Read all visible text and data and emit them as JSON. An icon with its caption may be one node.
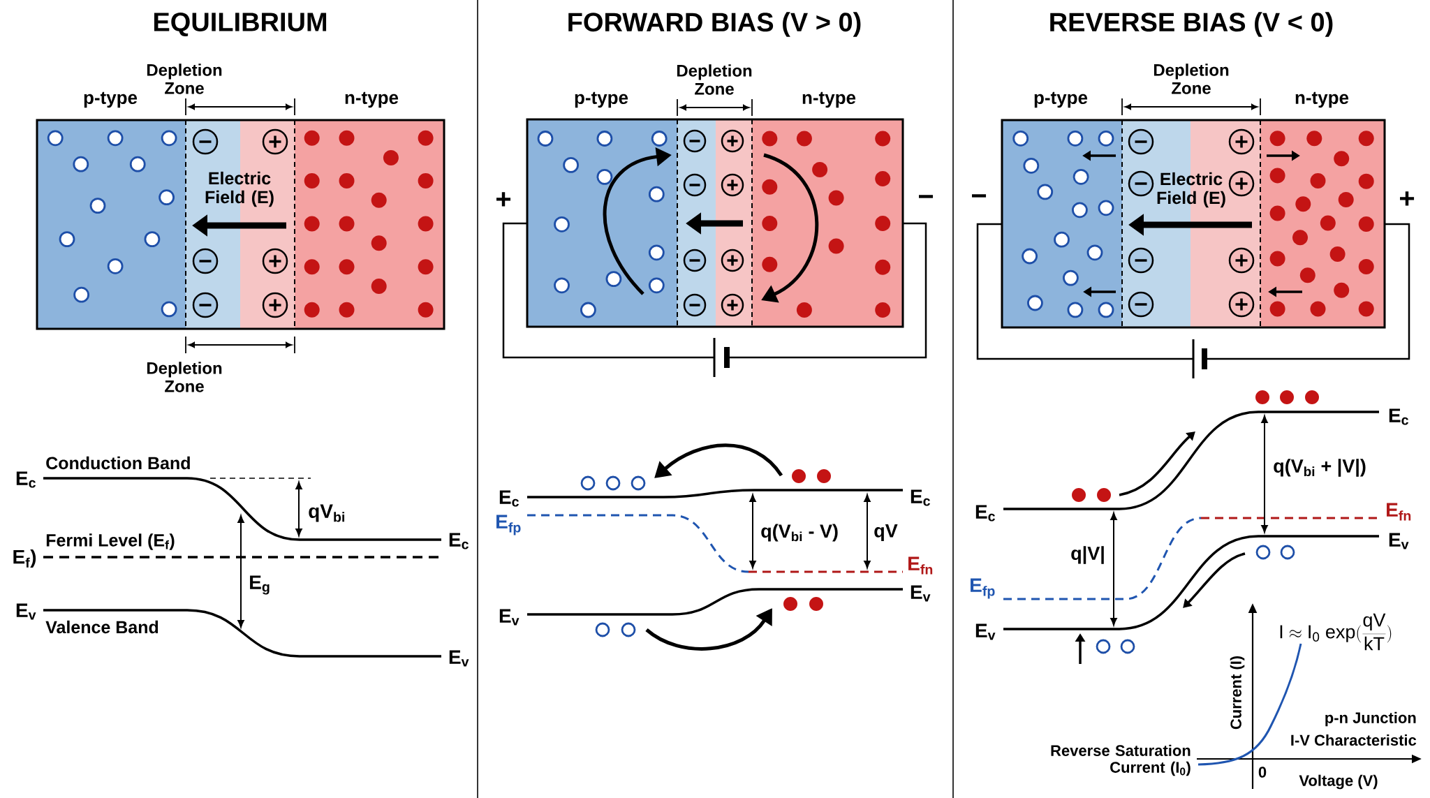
{
  "diagram": {
    "nodes": [
      {
        "text": [
          "Electric Field (E)"
        ]
      },
      {
        "text": [],
        "shape": "box"
      },
      {
        "text": [
          "Electric Field (E)"
        ]
      }
    ],
    "labels": [
      "EQUILIBRIUM",
      "FORWARD BIAS (V > 0)",
      "REVERSE BIAS (V < 0)",
      "Depletion Zone",
      "p-type",
      "n-type",
      "Depletion Zone",
      "Conduction Band",
      "E$_{c}$",
      "qV$_{bi}$",
      "Fermi Level (E$_{f}$)",
      "E$_{c}$",
      "E$_{f}$)",
      "E$_{g}$",
      "E$_{v}$",
      "Valence Band",
      "E$_{v}$",
      "Depletion Zone",
      "p-type",
      "n-type",
      "+",
      "−",
      "E$_{c}$",
      "E$_{c}$",
      "E$_{fp}$",
      "q(V$_{bi}$ - V)",
      "qV",
      "E$_{fn}$",
      "E$_{v}$",
      "E$_{v}$",
      "Depletion Zone",
      "p-type",
      "n-type",
      "−",
      "+",
      "E$_{c}$",
      "q(V$_{bi}$ + |V|)",
      "E$_{c}$",
      "E$_{fn}$",
      "E$_{v}$",
      "q|V|",
      "E$_{fp}$",
      "E$_{v}$",
      "\\mathrm{I \\approx I_{0}\\ exp(\\frac{qV}{kT})}",
      "Current (I)",
      "p-n Junction",
      "I-V Characteristic",
      "Reverse Saturation Current (I$_{0}$)",
      "0",
      "Voltage (V)"
    ]
  }
}
